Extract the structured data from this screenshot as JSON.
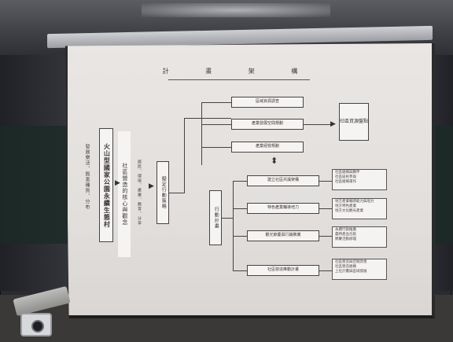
{
  "slide": {
    "title": "計   畫   架   構",
    "left_label": "火山型國家公園永續生態村",
    "left_note": "發展樂活、無害種質、分布",
    "concept_label": "社區營造的核心與觀念",
    "concept_note": "居民、環境、產業、教育、分享",
    "center_label": "擬定行動策略",
    "top_right_items": [
      "區域資源調查",
      "產業發展空間規劃",
      "產業經營規劃"
    ],
    "top_right_result": "社區資源盤點",
    "action_label": "行動計畫",
    "action_items": [
      "建立社區共識架構",
      "特色產業輔導培力",
      "觀光節慶與行銷推廣",
      "社區營造推動計畫"
    ],
    "action_notes": [
      [
        "社區組織與夥伴",
        "社區居民參與",
        "社區組織運作"
      ],
      [
        "地方產業輔導能力與培力",
        "地方特色產業",
        "地方文化觀光產業"
      ],
      [
        "永續行銷推廣",
        "農特產品包裝",
        "節慶活動辦理"
      ],
      [
        "社區營造與空間改善",
        "社區營造組織",
        "上位計畫與區域發展"
      ]
    ],
    "arrow_symbol": "⬍"
  },
  "colors": {
    "screen": "#e6e3e1",
    "pink": "#c9a9ad",
    "dark": "#6b4b52",
    "line": "#444444"
  }
}
